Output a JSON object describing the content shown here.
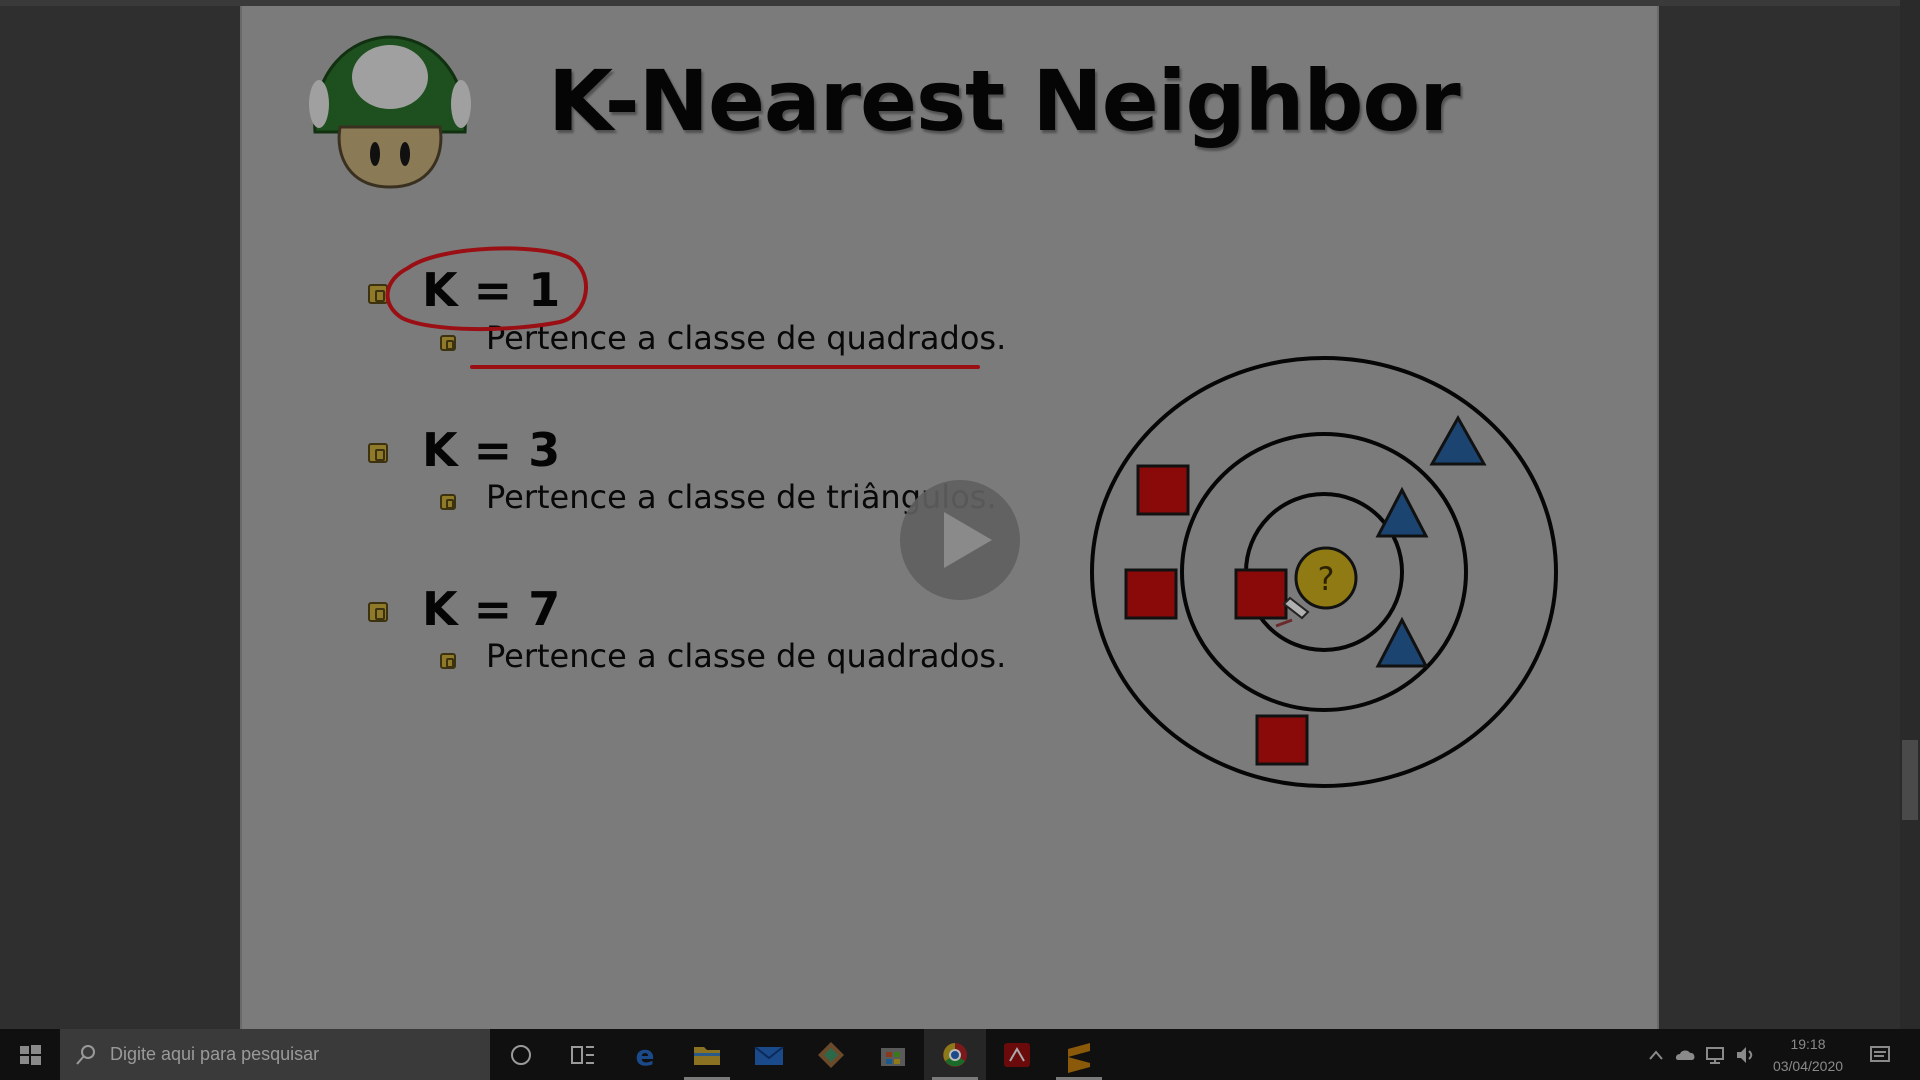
{
  "slide": {
    "title": "K-Nearest Neighbor",
    "items": [
      {
        "heading": "K = 1",
        "text": "Pertence a classe de quadrados."
      },
      {
        "heading": "K = 3",
        "text": "Pertence a classe de triângulos."
      },
      {
        "heading": "K = 7",
        "text": "Pertence a classe de quadrados."
      }
    ],
    "diagram": {
      "query_label": "?"
    }
  },
  "taskbar": {
    "search_placeholder": "Digite aqui para pesquisar",
    "time": "19:18",
    "date": "03/04/2020",
    "apps": [
      "cortana-icon",
      "task-view-icon",
      "edge-icon",
      "file-explorer-icon",
      "mail-icon",
      "git-icon",
      "store-icon",
      "chrome-icon",
      "acrobat-icon",
      "sublime-icon"
    ]
  },
  "colors": {
    "square": "#8a0a0a",
    "triangle": "#1c4470",
    "query": "#8f7a14",
    "annotation": "#9a0f14"
  }
}
